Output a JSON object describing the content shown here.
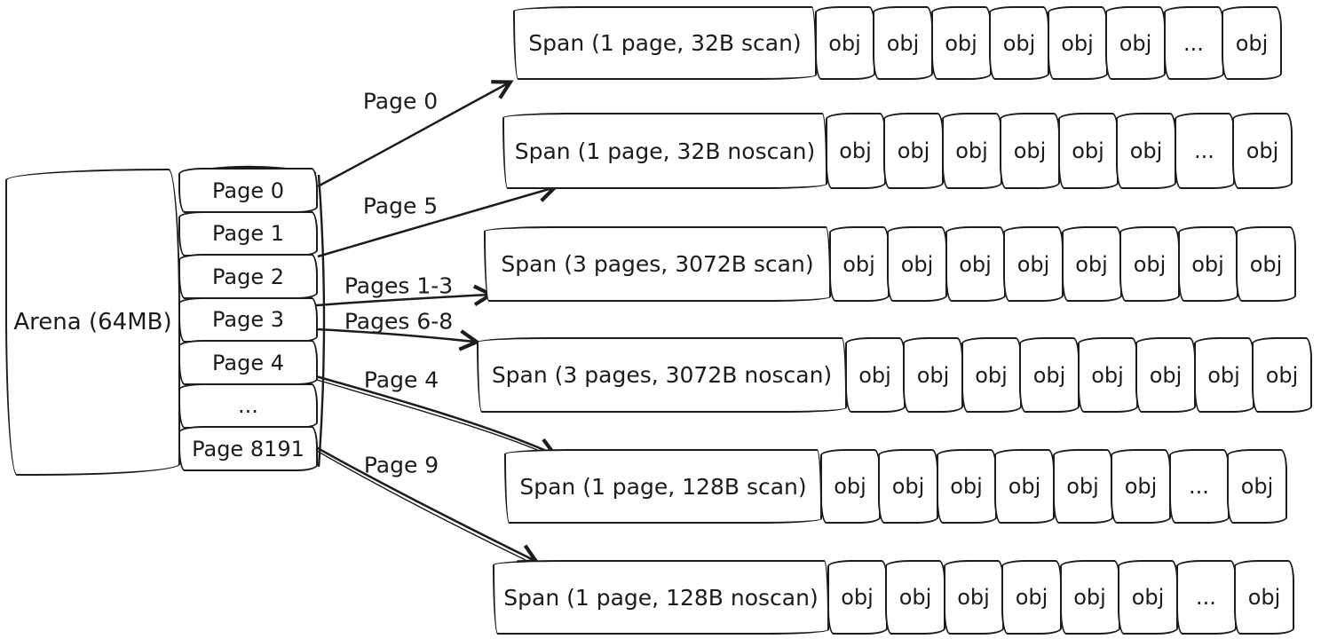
{
  "arena": {
    "label": "Arena (64MB)"
  },
  "pages": [
    "Page 0",
    "Page 1",
    "Page 2",
    "Page 3",
    "Page 4",
    "...",
    "Page 8191"
  ],
  "arrows": [
    "Page 0",
    "Page 5",
    "Pages 1-3",
    "Pages 6-8",
    "Page 4",
    "Page 9"
  ],
  "spans": [
    {
      "label": "Span (1 page, 32B scan)",
      "objects": [
        "obj",
        "obj",
        "obj",
        "obj",
        "obj",
        "obj",
        "...",
        "obj"
      ]
    },
    {
      "label": "Span (1 page, 32B noscan)",
      "objects": [
        "obj",
        "obj",
        "obj",
        "obj",
        "obj",
        "obj",
        "...",
        "obj"
      ]
    },
    {
      "label": "Span (3 pages, 3072B scan)",
      "objects": [
        "obj",
        "obj",
        "obj",
        "obj",
        "obj",
        "obj",
        "obj",
        "obj"
      ]
    },
    {
      "label": "Span (3 pages, 3072B noscan)",
      "objects": [
        "obj",
        "obj",
        "obj",
        "obj",
        "obj",
        "obj",
        "obj",
        "obj"
      ]
    },
    {
      "label": "Span (1 page, 128B scan)",
      "objects": [
        "obj",
        "obj",
        "obj",
        "obj",
        "obj",
        "obj",
        "...",
        "obj"
      ]
    },
    {
      "label": "Span (1 page, 128B noscan)",
      "objects": [
        "obj",
        "obj",
        "obj",
        "obj",
        "obj",
        "obj",
        "...",
        "obj"
      ]
    }
  ],
  "colors": {
    "ink": "#1c1c1c",
    "background": "#ffffff"
  }
}
